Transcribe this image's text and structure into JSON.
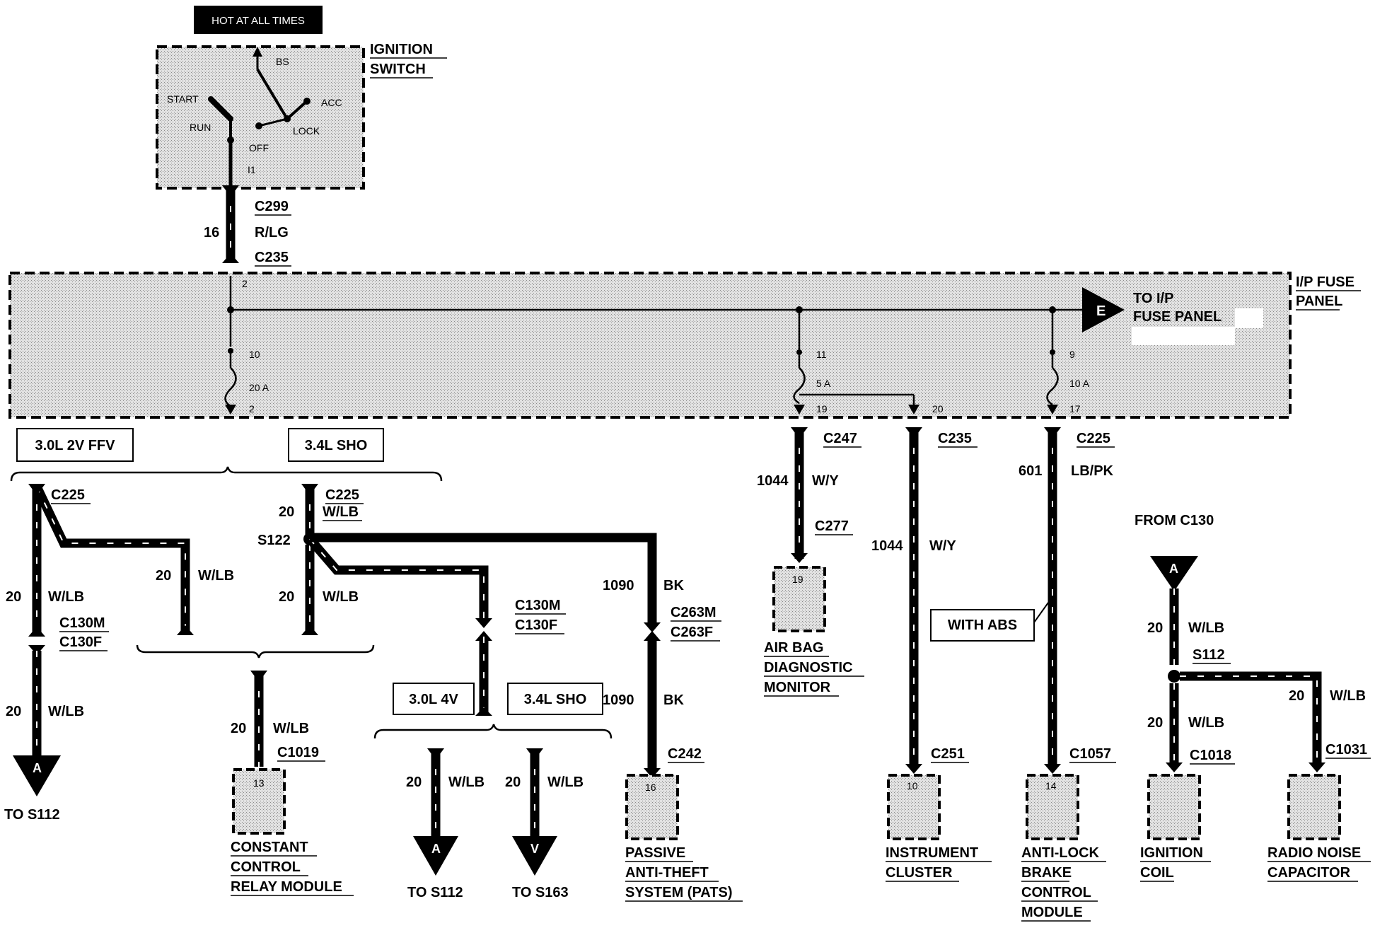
{
  "header": {
    "hot_label": "HOT AT ALL TIMES"
  },
  "ignition_switch": {
    "title_1": "IGNITION",
    "title_2": "SWITCH",
    "positions": {
      "bs": "BS",
      "start": "START",
      "acc": "ACC",
      "run": "RUN",
      "off": "OFF",
      "lock": "LOCK",
      "pin": "I1"
    }
  },
  "feed": {
    "gauge": "16",
    "color": "R/LG",
    "conn_top": "C299",
    "conn_bottom": "C235"
  },
  "fuse_panel": {
    "title_1": "I/P FUSE",
    "title_2": "PANEL",
    "exit_letter": "E",
    "exit_label_1": "TO I/P",
    "exit_label_2": "FUSE PANEL",
    "pin_in": "2",
    "fuse_left": {
      "in_pin": "10",
      "rating": "20 A",
      "out_pin": "2"
    },
    "fuse_mid": {
      "in_pin": "11",
      "rating": "5 A",
      "out_pin": "19",
      "out_pin_2": "20"
    },
    "fuse_right": {
      "in_pin": "9",
      "rating": "10 A",
      "out_pin": "17"
    }
  },
  "variants": {
    "left": "3.0L  2V FFV",
    "right": "3.4L SHO",
    "bottom_left": "3.0L 4V",
    "bottom_right": "3.4L SHO",
    "abs": "WITH ABS"
  },
  "circuits": {
    "c1": {
      "conn": "C225",
      "gauge": "20",
      "color": "W/LB",
      "inline_1": "C130M",
      "inline_2": "C130F",
      "gauge_2": "20",
      "color_2": "W/LB",
      "arrow": "A",
      "to": "TO S112"
    },
    "c1_branch": {
      "gauge": "20",
      "color": "W/LB"
    },
    "c2": {
      "conn": "C225",
      "gauge": "20",
      "color": "W/LB",
      "splice": "S122",
      "gauge_2": "20",
      "color_2": "W/LB"
    },
    "ccrm": {
      "gauge": "20",
      "color": "W/LB",
      "conn": "C1019",
      "pin": "13",
      "label_1": "CONSTANT",
      "label_2": "CONTROL",
      "label_3": "RELAY MODULE"
    },
    "c3": {
      "inline_1": "C130M",
      "inline_2": "C130F"
    },
    "out_a": {
      "gauge": "20",
      "color": "W/LB",
      "arrow": "A",
      "to": "TO S112"
    },
    "out_v": {
      "gauge": "20",
      "color": "W/LB",
      "arrow": "V",
      "to": "TO S163"
    },
    "pats": {
      "circuit": "1090",
      "color": "BK",
      "inline_1": "C263M",
      "inline_2": "C263F",
      "circuit_2": "1090",
      "color_2": "BK",
      "conn": "C242",
      "pin": "16",
      "label_1": "PASSIVE",
      "label_2": "ANTI-THEFT",
      "label_3": "SYSTEM (PATS)"
    },
    "airbag": {
      "conn": "C247",
      "circuit": "1044",
      "color": "W/Y",
      "conn_2": "C277",
      "pin": "19",
      "label_1": "AIR BAG",
      "label_2": "DIAGNOSTIC",
      "label_3": "MONITOR"
    },
    "cluster": {
      "conn": "C235",
      "circuit": "1044",
      "color": "W/Y",
      "conn_2": "C251",
      "pin": "10",
      "label_1": "INSTRUMENT",
      "label_2": "CLUSTER"
    },
    "abs": {
      "conn": "C225",
      "circuit": "601",
      "color": "LB/PK",
      "conn_2": "C1057",
      "pin": "14",
      "label_1": "ANTI-LOCK",
      "label_2": "BRAKE",
      "label_3": "CONTROL",
      "label_4": "MODULE"
    },
    "coil": {
      "from": "FROM C130",
      "arrow": "A",
      "gauge": "20",
      "color": "W/LB",
      "splice": "S112",
      "gauge_2": "20",
      "color_2": "W/LB",
      "conn": "C1018",
      "label_1": "IGNITION",
      "label_2": "COIL"
    },
    "radio": {
      "gauge": "20",
      "color": "W/LB",
      "conn": "C1031",
      "label_1": "RADIO NOISE",
      "label_2": "CAPACITOR"
    }
  }
}
